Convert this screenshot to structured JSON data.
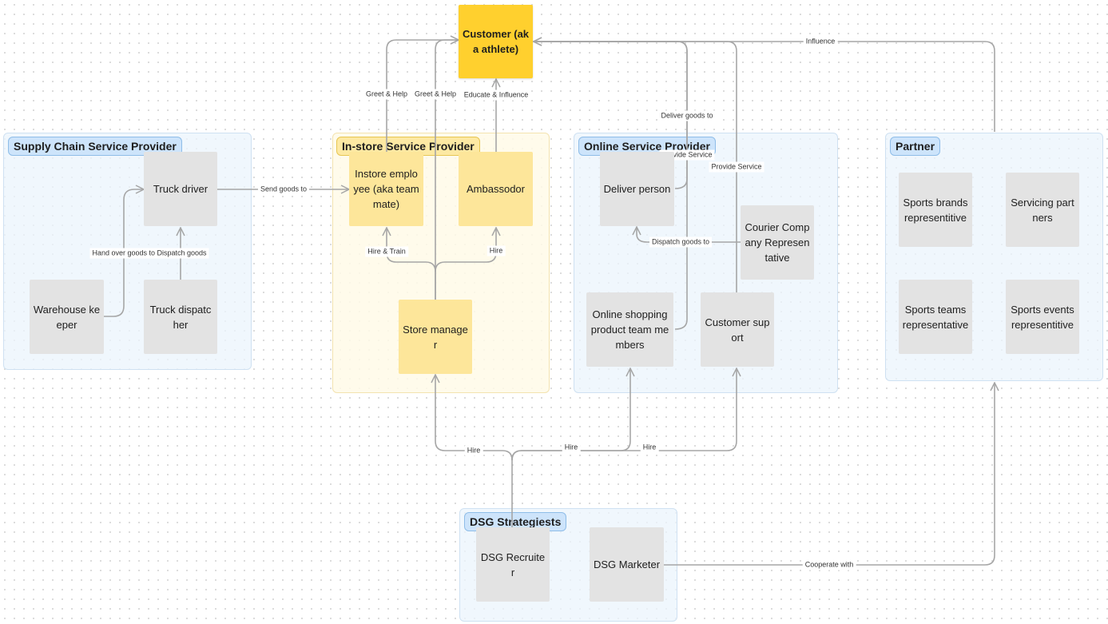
{
  "sections": {
    "supply_chain": "Supply Chain Service Provider",
    "in_store": "In-store Service Provider",
    "online": "Online Service Provider",
    "partner": "Partner",
    "dsg": "DSG Strategiests"
  },
  "nodes": {
    "customer": "Customer (aka athlete)",
    "truck_driver": "Truck driver",
    "warehouse_keeper": "Warehouse keeper",
    "truck_dispatcher": "Truck dispatcher",
    "instore_employee": "Instore employee (aka teammate)",
    "ambassador": "Ambassodor",
    "store_manager": "Store manager",
    "deliver_person": "Deliver person",
    "courier_rep": "Courier Company Representative",
    "online_team": "Online shopping product team members",
    "customer_support": "Customer suport",
    "sports_brands": "Sports brands representitive",
    "servicing_partners": "Servicing partners",
    "sports_teams": "Sports teams representative",
    "sports_events": "Sports events representitive",
    "dsg_recruiter": "DSG Recruiter",
    "dsg_marketer": "DSG Marketer"
  },
  "edge_labels": {
    "greet_help_1": "Greet & Help",
    "greet_help_2": "Greet & Help",
    "educate": "Educate & Influence",
    "influence": "Influence",
    "deliver_goods": "Deliver goods to",
    "provide_service_1": "Provide Service",
    "provide_service_2": "Provide Service",
    "send_goods": "Send goods to",
    "hand_over": "Hand over goods to Dispatch goods",
    "hire_train": "Hire & Train",
    "hire_amb": "Hire",
    "dispatch_goods": "Dispatch goods to",
    "hire_store": "Hire",
    "hire_online": "Hire",
    "hire_support": "Hire",
    "cooperate": "Cooperate with"
  },
  "colors": {
    "section_blue": "#ebf4fc",
    "section_yellow": "#fffae8",
    "node_gray": "#e3e3e3",
    "node_yellow": "#fde69a",
    "node_customer": "#ffd02e",
    "edge": "#a6a6a6"
  }
}
